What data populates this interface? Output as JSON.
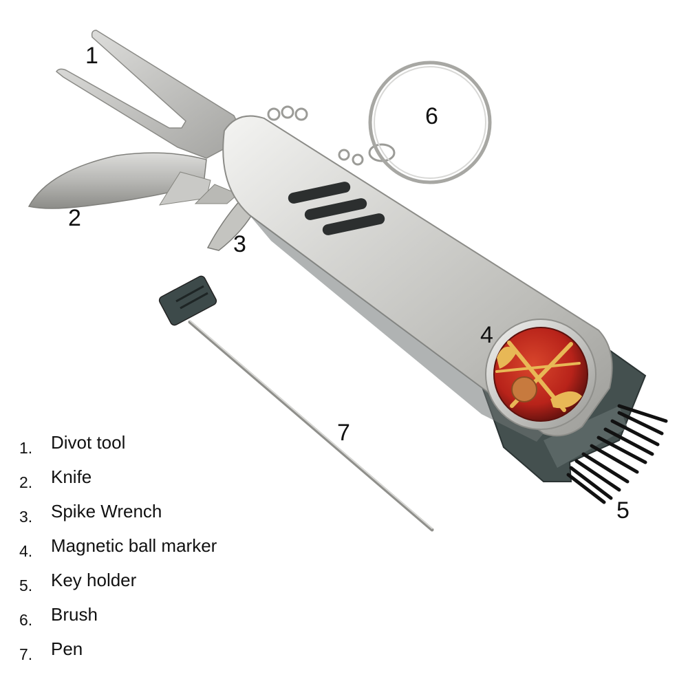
{
  "callouts": {
    "c1": "1",
    "c2": "2",
    "c3": "3",
    "c4": "4",
    "c5": "5",
    "c6": "6",
    "c7": "7"
  },
  "legend": [
    {
      "number": "1.",
      "label": "Divot tool"
    },
    {
      "number": "2.",
      "label": "Knife"
    },
    {
      "number": "3.",
      "label": "Spike Wrench"
    },
    {
      "number": "4.",
      "label": "Magnetic ball marker"
    },
    {
      "number": "5.",
      "label": "Key holder"
    },
    {
      "number": "6.",
      "label": "Brush"
    },
    {
      "number": "7.",
      "label": "Pen"
    }
  ],
  "colors": {
    "steel_light": "#e8e8e6",
    "steel_mid": "#bdbdb9",
    "steel_dark": "#8e8e8a",
    "slate": "#3d4a4a",
    "marker_red": "#b8231a",
    "marker_gold": "#e8b856",
    "bristle": "#1a1a1a"
  }
}
